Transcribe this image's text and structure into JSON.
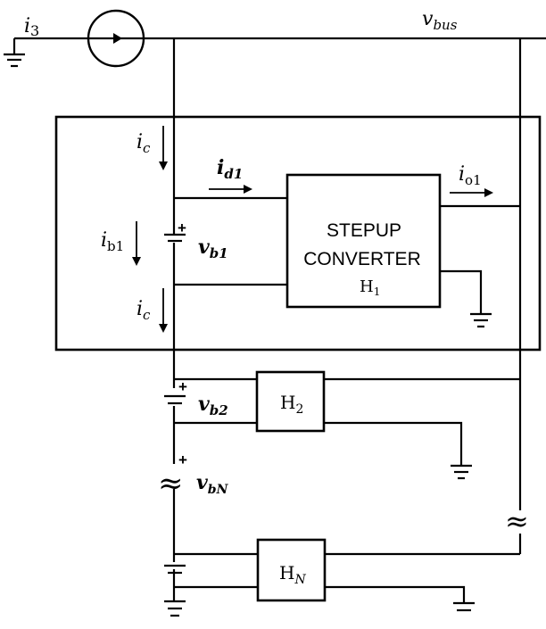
{
  "diagram": {
    "type": "circuit-schematic",
    "labels": {
      "source_current": {
        "base": "i",
        "sub": "3"
      },
      "bus_voltage": {
        "base": "v",
        "sub": "bus"
      },
      "cell_current_top": {
        "base": "i",
        "sub": "c"
      },
      "cell_current_bottom": {
        "base": "i",
        "sub": "c"
      },
      "battery1_current": {
        "base": "i",
        "sub": "b1"
      },
      "converter_input_current": {
        "base": "i",
        "sub": "d1"
      },
      "converter_output_current": {
        "base": "i",
        "sub": "o1"
      },
      "battery1_voltage": {
        "base": "v",
        "sub": "b1"
      },
      "battery2_voltage": {
        "base": "v",
        "sub": "b2"
      },
      "batteryN_voltage": {
        "base": "v",
        "sub": "bN"
      },
      "plus_sign": "+"
    },
    "converters": [
      {
        "id": "H1",
        "line1": "STEPUP",
        "line2": "CONVERTER",
        "base": "H",
        "sub": "1"
      },
      {
        "id": "H2",
        "base": "H",
        "sub": "2"
      },
      {
        "id": "HN",
        "base": "H",
        "sub": "N"
      }
    ],
    "symbols": {
      "continuation": "≈"
    }
  }
}
